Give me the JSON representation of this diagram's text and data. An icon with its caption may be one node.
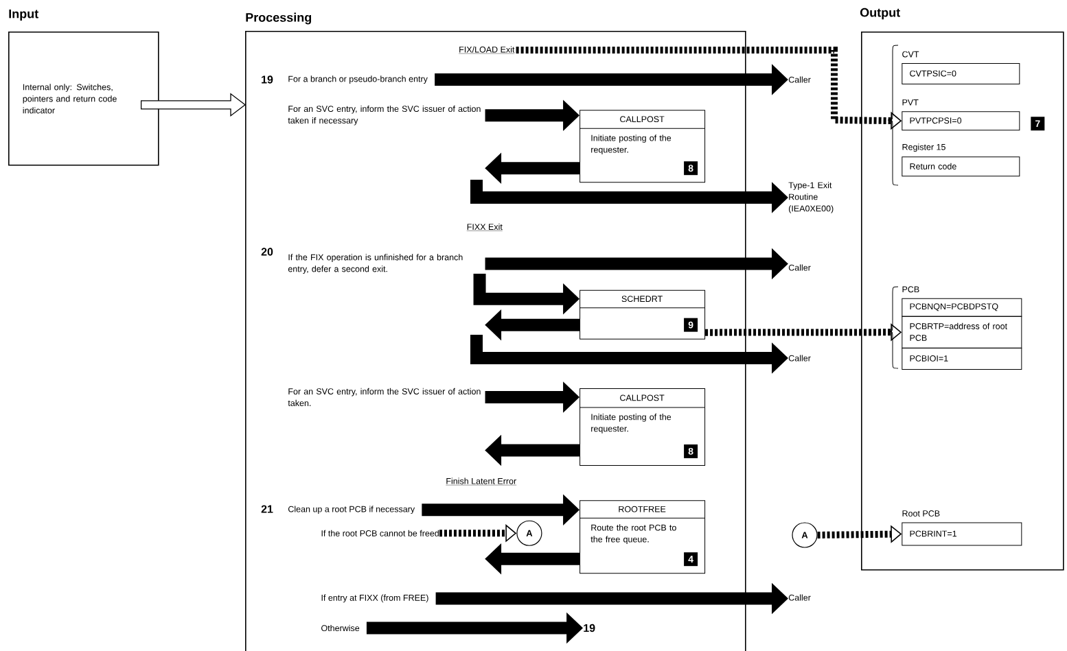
{
  "diagram": {
    "nodes": [
      {
        "text": [
          "Input",
          "Internal only: Switches, pointers and return code indicator"
        ]
      },
      {
        "text": [
          "Processing"
        ]
      },
      {
        "text": [
          "Output"
        ]
      },
      {
        "text": [
          "FIX/LOAD Exit"
        ],
        "in": 1
      },
      {
        "text": [
          "For a branch or pseudo-branch entry"
        ],
        "in": 1
      },
      {
        "text": [
          "Caller"
        ]
      },
      {
        "text": [
          "For an SVC entry, inform the SVC issuer of action taken if necessary"
        ],
        "in": 1
      },
      {
        "text": [
          "CALLPOST",
          "Initiate posting of the requester.",
          "8"
        ],
        "in": 1
      },
      {
        "text": [
          "Type-1 Exit Routine (IEA0XE00)"
        ]
      },
      {
        "text": [
          "FIXX Exit"
        ],
        "in": 1
      },
      {
        "text": [
          "If the FIX operation is unfinished for a branch entry, defer a second exit."
        ],
        "in": 1
      },
      {
        "text": [
          "Caller"
        ]
      },
      {
        "text": [
          "SCHEDRT",
          "9"
        ],
        "in": 1
      },
      {
        "text": [
          "Caller"
        ]
      },
      {
        "text": [
          "For an SVC entry, inform the SVC issuer of action taken."
        ],
        "in": 1
      },
      {
        "text": [
          "CALLPOST",
          "Initiate posting of the requester.",
          "8"
        ],
        "in": 1
      },
      {
        "text": [
          "Finish Latent Error"
        ],
        "in": 1
      },
      {
        "text": [
          "Clean up a root PCB if necessary"
        ],
        "in": 1
      },
      {
        "text": [
          "ROOTFREE",
          "Route the root PCB to the free queue.",
          "4"
        ],
        "in": 1
      },
      {
        "text": [
          "If the root PCB cannot be freed"
        ],
        "in": 1
      },
      {
        "text": [
          "A"
        ],
        "in": 1
      },
      {
        "text": [
          "If entry at FIXX (from FREE)"
        ],
        "in": 1
      },
      {
        "text": [
          "Caller"
        ]
      },
      {
        "text": [
          "Otherwise"
        ],
        "in": 1
      },
      {
        "text": [
          "19"
        ],
        "in": 1
      },
      {
        "text": [
          "CVT",
          "CVTPSIC=0"
        ],
        "in": 2
      },
      {
        "text": [
          "PVT",
          "PVTPCPSI=0"
        ],
        "in": 2,
        "beside": [
          "7"
        ]
      },
      {
        "text": [
          "Register 15",
          "Return code"
        ],
        "in": 2
      },
      {
        "text": [
          "PCB",
          "PCBNQN=PCBDPSTQ"
        ],
        "in": 2
      },
      {
        "text": [
          "PCBRTP=address of root PCB"
        ],
        "in": 2
      },
      {
        "text": [
          "PCBIOI=1"
        ],
        "in": 2
      },
      {
        "text": [
          "A"
        ]
      },
      {
        "text": [
          "Root PCB",
          "PCBRINT=1"
        ],
        "in": 2
      }
    ],
    "edges": [
      {
        "from": 0,
        "to": 1,
        "arrow": "to",
        "color": "#ffffff"
      },
      {
        "from": 3,
        "to": 26,
        "arrow": "to",
        "style": "dashed"
      },
      {
        "from": 4,
        "to": 5,
        "arrow": "to"
      },
      {
        "from": 6,
        "to": 7,
        "arrow": "to"
      },
      {
        "from": 7,
        "to": null,
        "arrow": "to"
      },
      {
        "from": null,
        "to": 8,
        "arrow": "to"
      },
      {
        "from": 10,
        "to": 11,
        "arrow": "to"
      },
      {
        "from": 10,
        "to": 12,
        "arrow": "to"
      },
      {
        "from": 12,
        "to": null,
        "arrow": "to"
      },
      {
        "from": 12,
        "to": 29,
        "arrow": "to",
        "style": "dashed"
      },
      {
        "from": null,
        "to": 13,
        "arrow": "to"
      },
      {
        "from": 14,
        "to": 15,
        "arrow": "to"
      },
      {
        "from": 15,
        "to": null,
        "arrow": "to"
      },
      {
        "from": 17,
        "to": 18,
        "arrow": "to"
      },
      {
        "from": 18,
        "to": null,
        "arrow": "to"
      },
      {
        "from": 19,
        "to": 20,
        "arrow": "to",
        "style": "dashed"
      },
      {
        "from": 21,
        "to": 22,
        "arrow": "to"
      },
      {
        "from": 23,
        "to": 24,
        "arrow": "to"
      },
      {
        "from": 31,
        "to": 32,
        "arrow": "to",
        "style": "dashed"
      }
    ],
    "labels": [
      "19",
      "20",
      "21"
    ]
  }
}
